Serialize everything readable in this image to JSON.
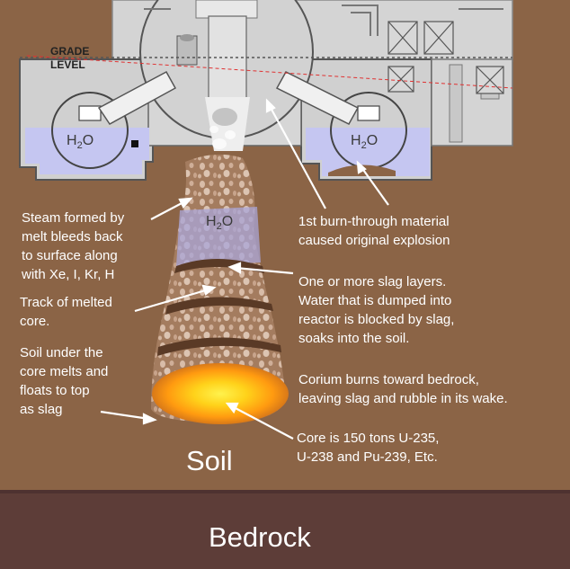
{
  "labels": {
    "grade_level": "GRADE\nLEVEL",
    "steam": "Steam formed by\nmelt bleeds back\nto surface along\nwith Xe, I, Kr, H",
    "track": "Track of melted\ncore.",
    "soil_melts": "Soil under the\ncore melts and\nfloats to top\nas slag",
    "burn_through": "1st burn-through material\ncaused original explosion",
    "slag_layers": "One or more slag layers.\nWater that is dumped into\nreactor is blocked by slag,\nsoaks into the soil.",
    "corium": "Corium burns toward bedrock,\nleaving slag and rubble in its wake.",
    "core": "Core is 150 tons U-235,\nU-238 and Pu-239, Etc.",
    "soil": "Soil",
    "bedrock": "Bedrock"
  },
  "water": {
    "main": "H",
    "sub": "2",
    "tail": "O"
  },
  "colors": {
    "soil": "#8b6446",
    "bedrock": "#5d3d38",
    "building": "#d4d4d4",
    "water": "#c5c6f1",
    "corium_core": "#ffe84a",
    "corium_glow": "#ff9a10",
    "rubble": "#c9a68c"
  }
}
